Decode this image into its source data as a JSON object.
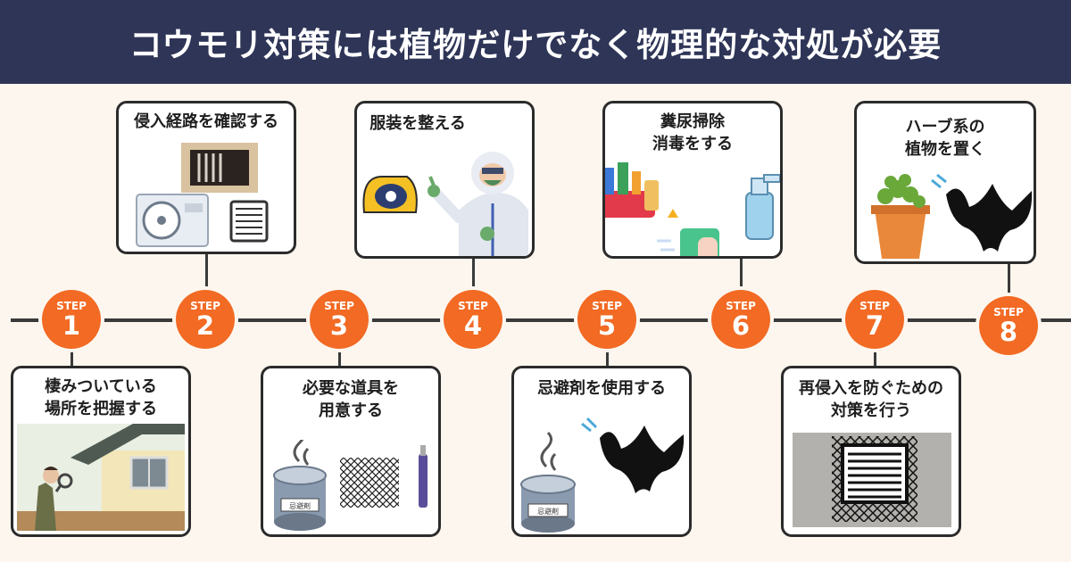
{
  "header": {
    "title": "コウモリ対策には植物だけでなく物理的な対処が必要"
  },
  "steps": [
    {
      "label": "STEP",
      "number": "1",
      "title": "棲みついている\n場所を把握する"
    },
    {
      "label": "STEP",
      "number": "2",
      "title": "侵入経路を確認する"
    },
    {
      "label": "STEP",
      "number": "3",
      "title": "必要な道具を\n用意する"
    },
    {
      "label": "STEP",
      "number": "4",
      "title": "服装を整える"
    },
    {
      "label": "STEP",
      "number": "5",
      "title": "忌避剤を使用する"
    },
    {
      "label": "STEP",
      "number": "6",
      "title": "糞尿掃除\n消毒をする"
    },
    {
      "label": "STEP",
      "number": "7",
      "title": "再侵入を防ぐための\n対策を行う"
    },
    {
      "label": "STEP",
      "number": "8",
      "title": "ハーブ系の\n植物を置く"
    }
  ],
  "can_labels": {
    "step3": "忌避剤",
    "step5": "忌避剤"
  },
  "colors": {
    "header_bg": "#2e3557",
    "step_circle": "#f26a23",
    "background": "#fdf6ee"
  }
}
